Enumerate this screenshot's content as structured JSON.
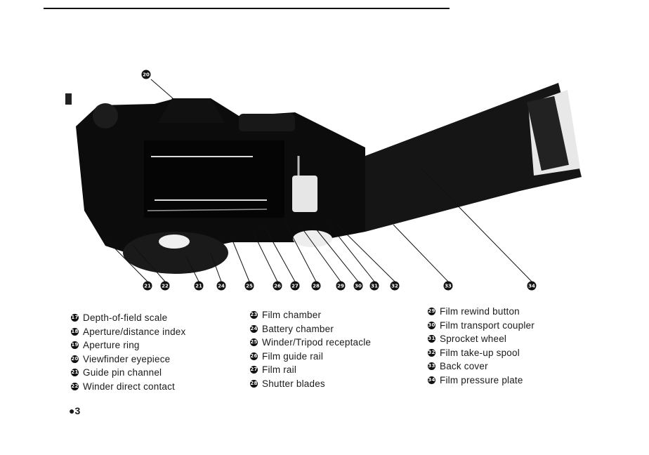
{
  "legend_col1": [
    {
      "num": "17",
      "label": "Depth-of-field scale"
    },
    {
      "num": "18",
      "label": "Aperture/distance index"
    },
    {
      "num": "19",
      "label": "Aperture ring"
    },
    {
      "num": "20",
      "label": "Viewfinder eyepiece"
    },
    {
      "num": "21",
      "label": "Guide pin channel"
    },
    {
      "num": "22",
      "label": "Winder direct contact"
    }
  ],
  "legend_col2": [
    {
      "num": "23",
      "label": "Film chamber"
    },
    {
      "num": "24",
      "label": "Battery chamber"
    },
    {
      "num": "25",
      "label": "Winder/Tripod receptacle"
    },
    {
      "num": "26",
      "label": "Film guide rail"
    },
    {
      "num": "27",
      "label": "Film rail"
    },
    {
      "num": "28",
      "label": "Shutter blades"
    }
  ],
  "legend_col3": [
    {
      "num": "29",
      "label": "Film rewind button"
    },
    {
      "num": "30",
      "label": "Film transport coupler"
    },
    {
      "num": "31",
      "label": "Sprocket wheel"
    },
    {
      "num": "32",
      "label": "Film take-up spool"
    },
    {
      "num": "33",
      "label": "Back cover"
    },
    {
      "num": "34",
      "label": "Film pressure plate"
    }
  ],
  "callouts": [
    "21",
    "22",
    "21",
    "24",
    "25",
    "26",
    "27",
    "28",
    "29",
    "30",
    "31",
    "32",
    "33",
    "34"
  ],
  "top_callout": "20",
  "page_number": "●3"
}
